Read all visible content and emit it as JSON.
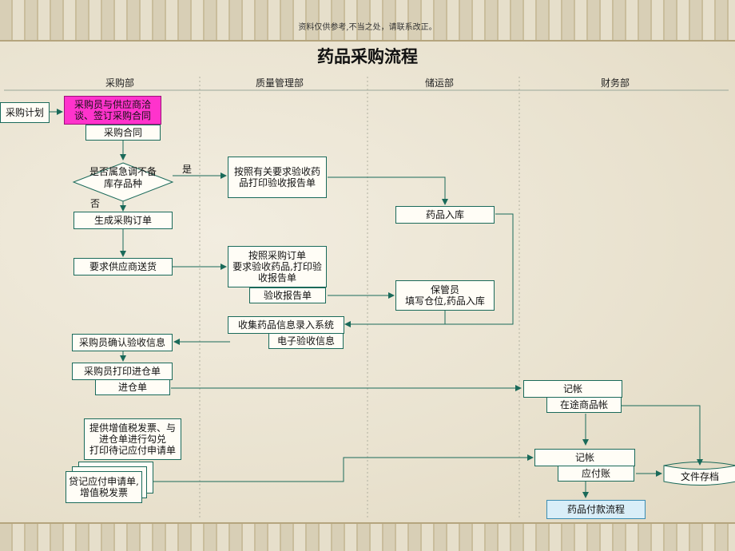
{
  "note": "资料仅供参考,不当之处，请联系改正。",
  "title": "药品采购流程",
  "lanes": [
    "采购部",
    "质量管理部",
    "储运部",
    "财务部"
  ],
  "nodes": {
    "plan": "采购计划",
    "negotiate": "采购员与供应商洽谈、签订采购合同",
    "contract": "采购合同",
    "decision": "是否属急调不备库存品种",
    "yes": "是",
    "no": "否",
    "order": "生成采购订单",
    "request_ship": "要求供应商送货",
    "inspect1": "按照有关要求验收药品打印验收报告单",
    "inspect2_l1": "按照采购订单",
    "inspect2_l2": "要求验收药品,打印验",
    "inspect2_l3": "收报告单",
    "report": "验收报告单",
    "warehouse_in": "药品入库",
    "keeper_l1": "保管员",
    "keeper_l2": "填写仓位,药品入库",
    "collect": "收集药品信息录入系统",
    "e_info": "电子验收信息",
    "confirm": "采购员确认验收信息",
    "print_in": "采购员打印进仓单",
    "in_slip": "进仓单",
    "invoice_l1": "提供增值税发票、与",
    "invoice_l2": "进仓单进行勾兑",
    "invoice_l3": "打印待记应付申请单",
    "pay_req_l1": "贷记应付申请单,",
    "pay_req_l2": "增值税发票",
    "record1": "记帐",
    "transit_account": "在途商品帐",
    "record2": "记帐",
    "payable": "应付账",
    "archive": "文件存档",
    "payment_flow": "药品付款流程"
  },
  "colors": {
    "line": "#1a6a5a",
    "highlight": "#ff33cc",
    "final_box": "#d9eef8"
  }
}
